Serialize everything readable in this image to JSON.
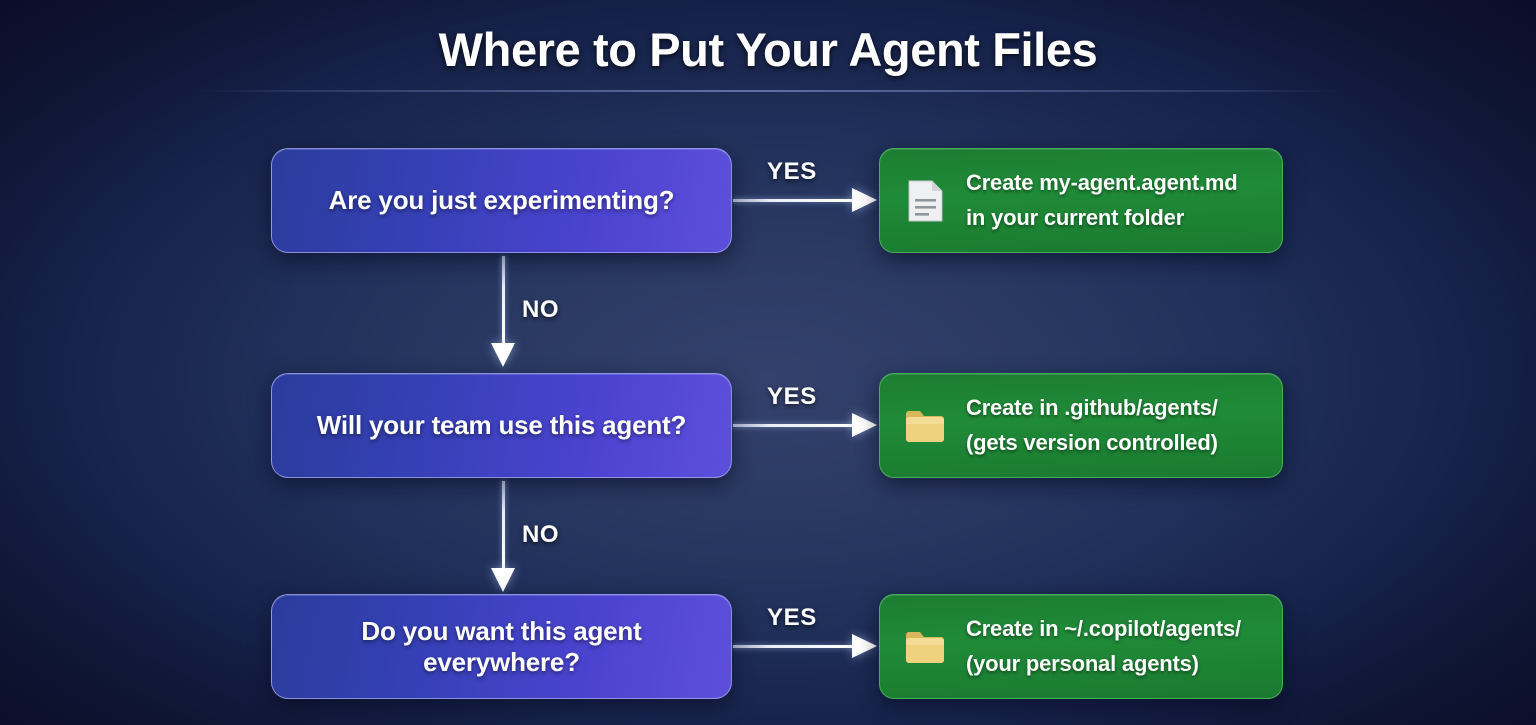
{
  "header": {
    "title": "Where to Put Your Agent Files"
  },
  "colors": {
    "background_dark": "#0d0f2b",
    "background_center": "#2b3a63",
    "question_box_start": "#2b3c9c",
    "question_box_end": "#5d4fdc",
    "result_box_green": "#1f8b38",
    "folder_icon": "#e8cd79",
    "document_icon": "#eef0f2",
    "arrow_white": "#ffffff"
  },
  "flow": {
    "yes_label": "YES",
    "no_label": "NO",
    "steps": [
      {
        "question": "Are you just experimenting?",
        "yes_label": "YES",
        "no_label": "NO",
        "has_no_branch": true,
        "result": {
          "icon": "document-icon",
          "line1": "Create my-agent.agent.md",
          "line2": "in your current folder"
        }
      },
      {
        "question": "Will your team use this agent?",
        "yes_label": "YES",
        "no_label": "NO",
        "has_no_branch": true,
        "result": {
          "icon": "folder-icon",
          "line1": "Create in .github/agents/",
          "line2": "(gets version controlled)"
        }
      },
      {
        "question": "Do you want this agent everywhere?",
        "yes_label": "YES",
        "no_label": "",
        "has_no_branch": false,
        "result": {
          "icon": "folder-icon",
          "line1": "Create in ~/.copilot/agents/",
          "line2": "(your personal agents)"
        }
      }
    ]
  }
}
